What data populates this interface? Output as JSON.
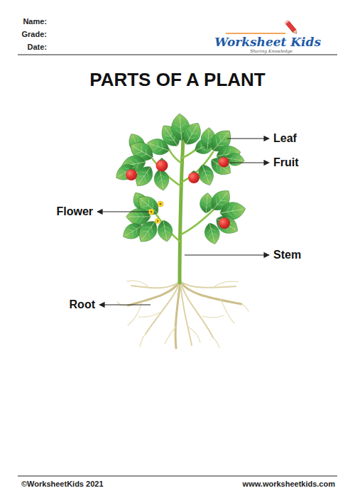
{
  "diagram": {
    "title": "PARTS OF A PLANT",
    "labels": [
      "Name:",
      "Grade:",
      "Date:",
      "Worksheet Kids",
      "Sharing Knowledge",
      "Leaf",
      "Fruit",
      "Flower",
      "Stem",
      "Root",
      "©WorksheetKids 2021",
      "www.worksheetkids.com"
    ]
  }
}
